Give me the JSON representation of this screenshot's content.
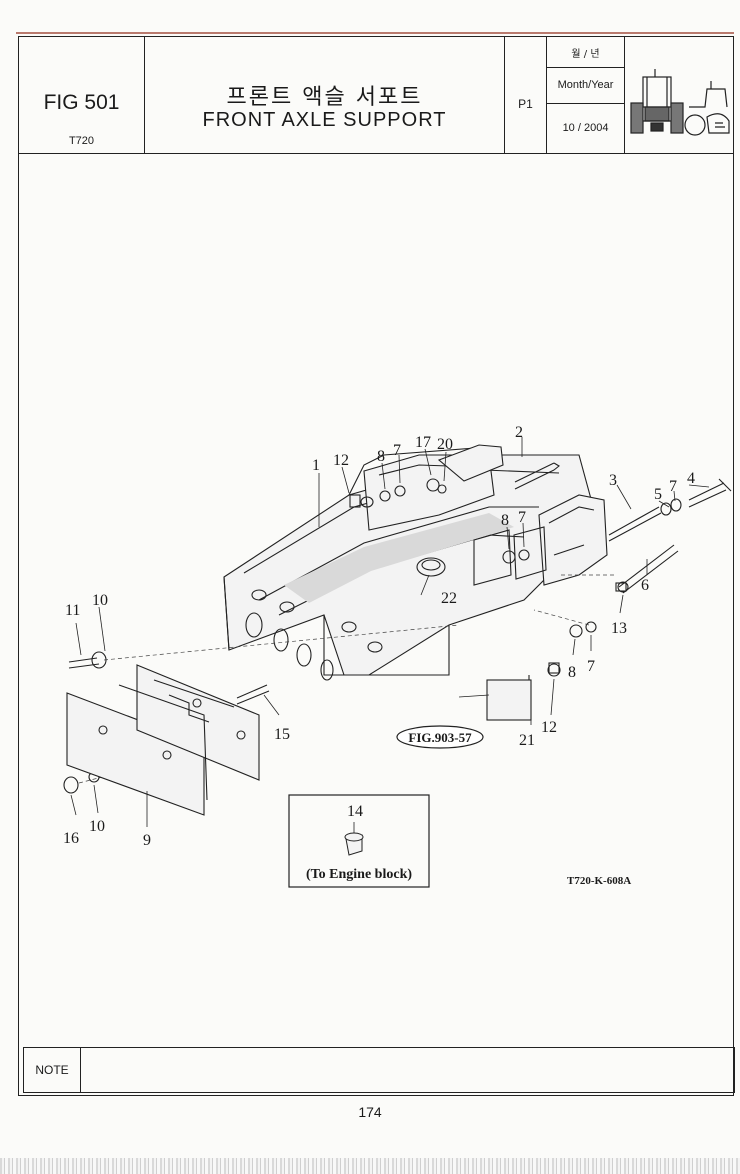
{
  "header": {
    "fig": "FIG 501",
    "model": "T720",
    "title_korean": "프론트 액슬 서포트",
    "title_english": "FRONT AXLE  SUPPORT",
    "page_code": "P1",
    "month_year_korean": "월 / 년",
    "month_year_label": "Month/Year",
    "date": "10 / 2004"
  },
  "diagram": {
    "callouts": [
      "1",
      "2",
      "3",
      "4",
      "5",
      "6",
      "7",
      "7",
      "7",
      "7",
      "8",
      "8",
      "8",
      "9",
      "10",
      "10",
      "11",
      "12",
      "12",
      "13",
      "15",
      "16",
      "17",
      "20",
      "21",
      "22"
    ],
    "fig_reference": "FIG.903-57",
    "inset_number": "14",
    "inset_caption": "(To Engine  block)",
    "drawing_code": "T720-K-608A"
  },
  "note_label": "NOTE",
  "page_number": "174"
}
